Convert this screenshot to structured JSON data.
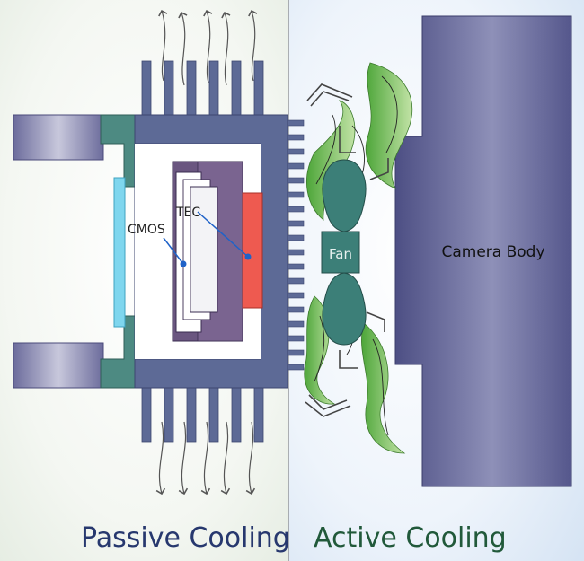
{
  "labels": {
    "cmos": "CMOS",
    "tec": "TEC",
    "fan": "Fan",
    "camera_body": "Camera Body"
  },
  "sections": {
    "passive": "Passive Cooling",
    "active": "Active Cooling"
  },
  "colors": {
    "passive_bg": "#e6ece4",
    "active_bg": "#dce8f6",
    "heatsink": "#5d6a96",
    "heatsink_dark": "#4a5582",
    "mount": "#4d8a82",
    "mount_arm": "#5a5a8a",
    "glass": "#7fd6ee",
    "tec_plate": "#6a5680",
    "tec_hot": "#ee5a50",
    "fan": "#3c7f78",
    "airflow": "#7cc050",
    "camera_body": "#5c5e90",
    "leader": "#1f62c8",
    "caption_passive": "#27386e",
    "caption_active": "#21593a"
  }
}
